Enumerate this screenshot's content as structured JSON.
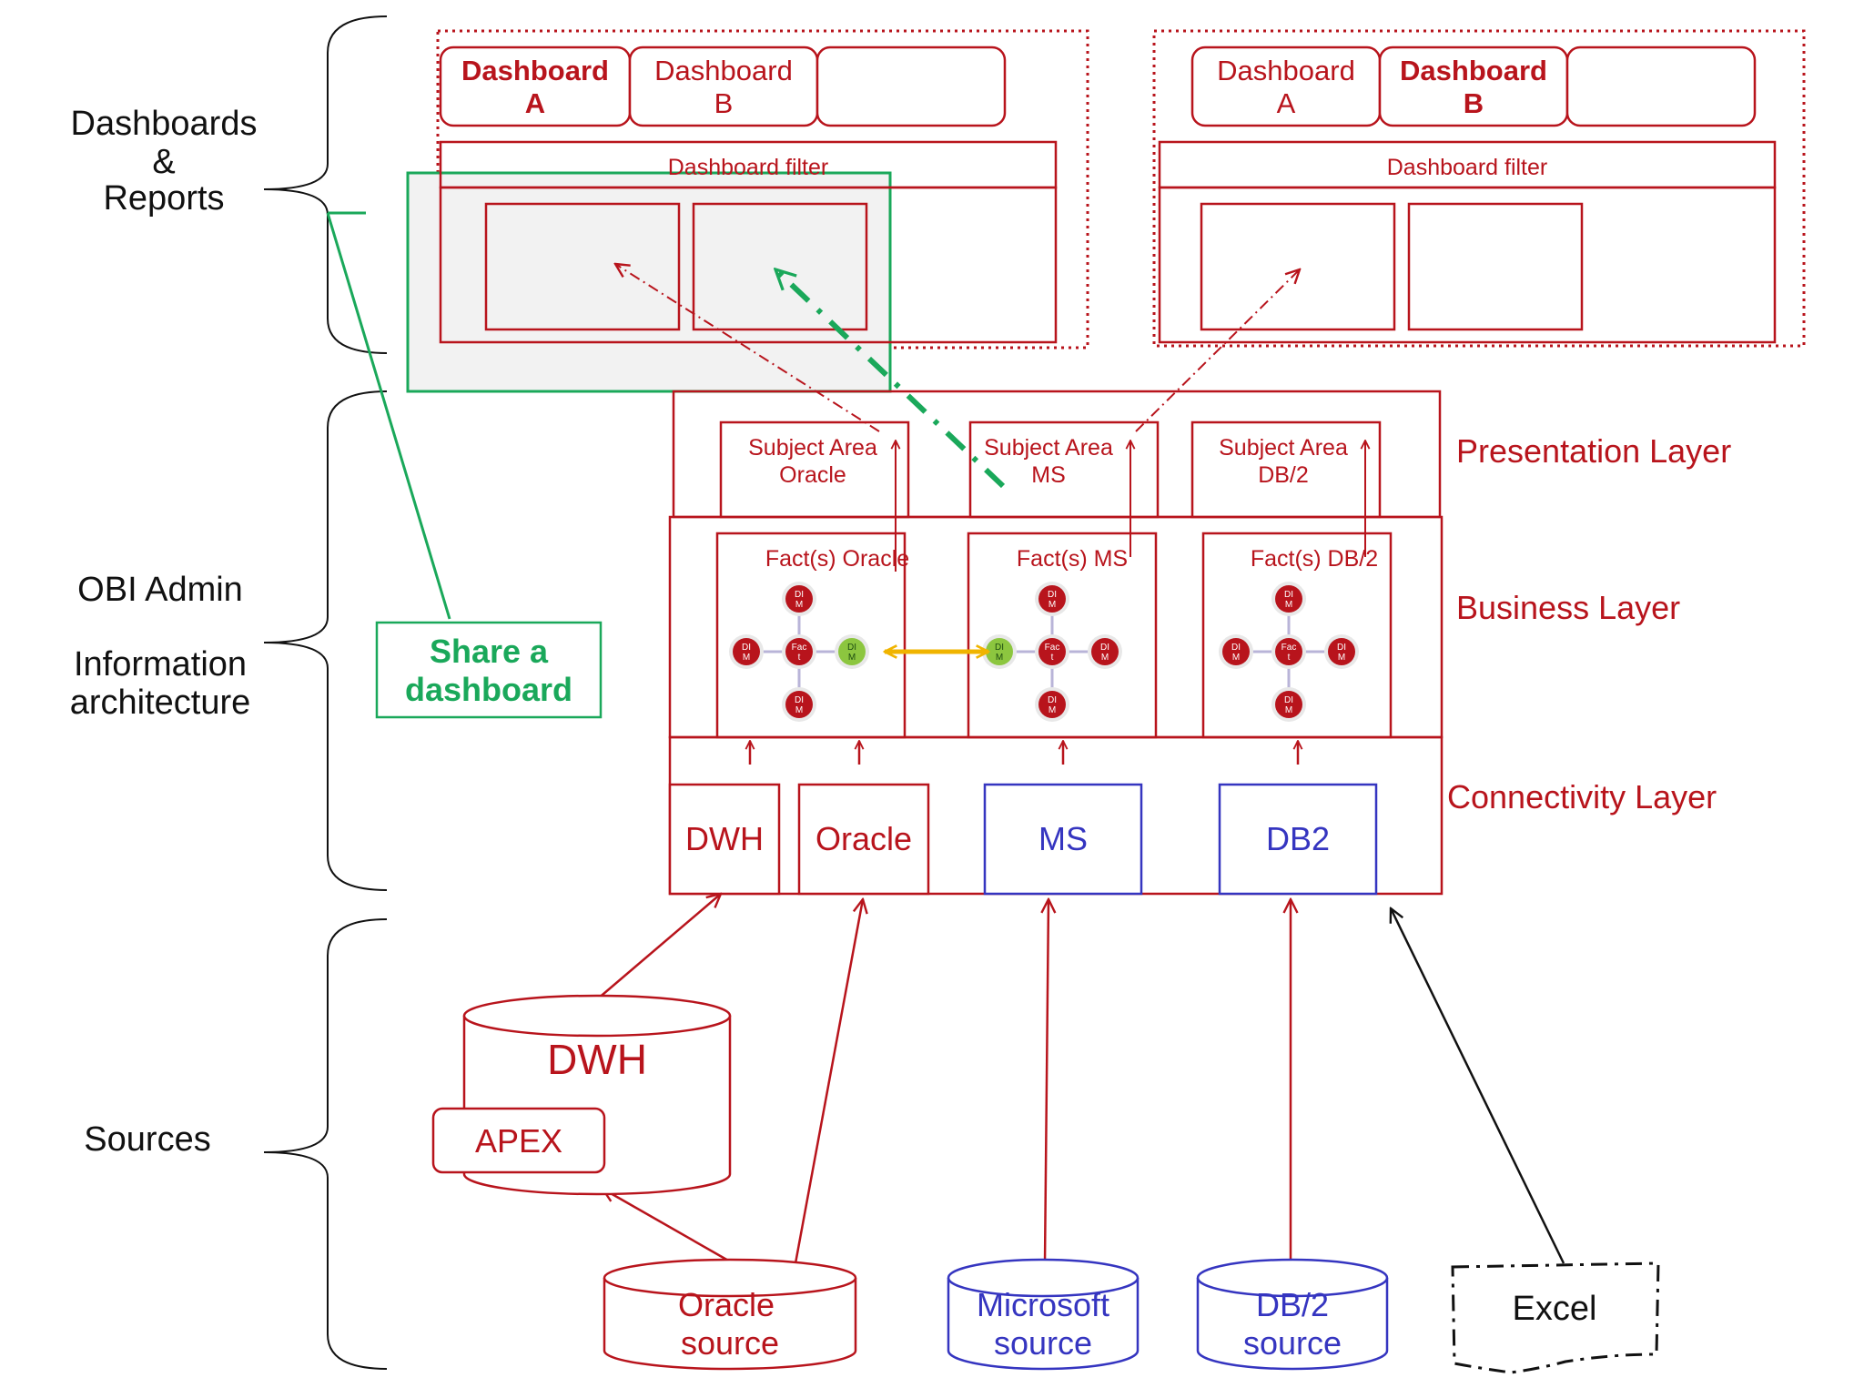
{
  "colors": {
    "red": "#b8141c",
    "blue": "#3535c0",
    "green": "#1aa85a",
    "black": "#111111",
    "orange": "#f0b400",
    "shade": "#f2f2f2"
  },
  "brackets": {
    "dashboards_line1": "Dashboards",
    "dashboards_line2": "&",
    "dashboards_line3": "Reports",
    "admin_line1": "OBI Admin",
    "admin_line2": "Information",
    "admin_line3": "architecture",
    "sources": "Sources"
  },
  "share": {
    "line1": "Share a",
    "line2": "dashboard"
  },
  "panel_left": {
    "tabs": [
      {
        "line1": "Dashboard",
        "line2": "A"
      },
      {
        "line1": "Dashboard",
        "line2": "B"
      },
      {
        "line1": "",
        "line2": ""
      }
    ],
    "filter": "Dashboard filter"
  },
  "panel_right": {
    "tabs": [
      {
        "line1": "Dashboard",
        "line2": "A"
      },
      {
        "line1": "Dashboard",
        "line2": "B"
      },
      {
        "line1": "",
        "line2": ""
      }
    ],
    "filter": "Dashboard filter"
  },
  "layers": {
    "presentation": "Presentation Layer",
    "business": "Business Layer",
    "connectivity": "Connectivity Layer"
  },
  "subject_areas": [
    {
      "line1": "Subject Area",
      "line2": "Oracle"
    },
    {
      "line1": "Subject Area",
      "line2": "MS"
    },
    {
      "line1": "Subject Area",
      "line2": "DB/2"
    }
  ],
  "facts": [
    "Fact(s) Oracle",
    "Fact(s) MS",
    "Fact(s) DB/2"
  ],
  "node_labels": {
    "dim_a": "DI",
    "dim_b": "M",
    "fact_a": "Fac",
    "fact_b": "t"
  },
  "connections": [
    "DWH",
    "Oracle",
    "MS",
    "DB2"
  ],
  "sources": {
    "dwh": "DWH",
    "apex": "APEX",
    "oracle_line1": "Oracle",
    "oracle_line2": "source",
    "ms_line1": "Microsoft",
    "ms_line2": "source",
    "db2_line1": "DB/2",
    "db2_line2": "source",
    "excel": "Excel"
  }
}
